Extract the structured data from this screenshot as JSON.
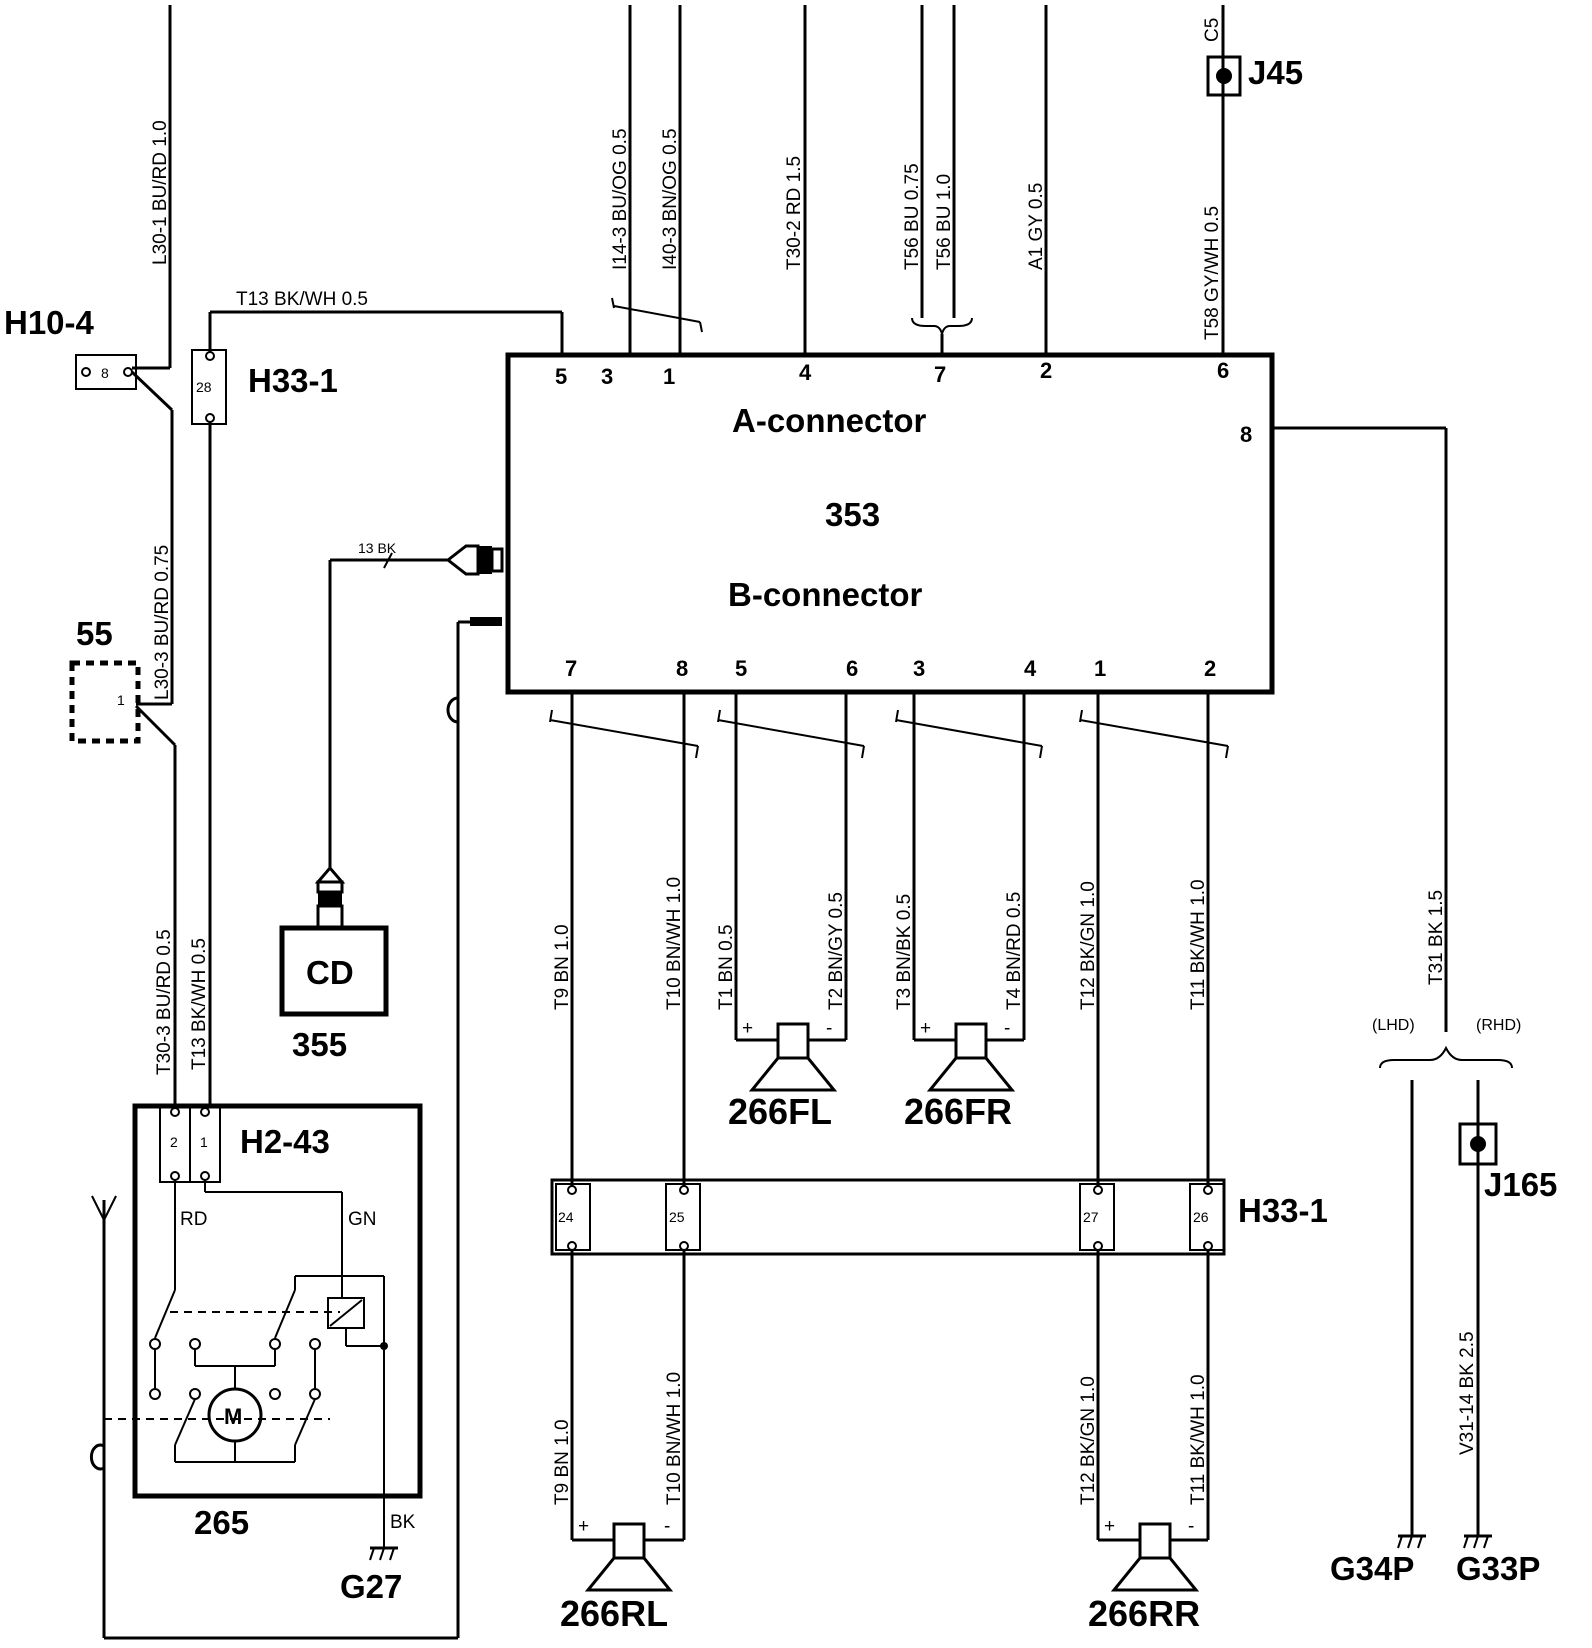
{
  "components": {
    "h10_4": "H10-4",
    "h33_1_top": "H33-1",
    "c55": "55",
    "j45": "J45",
    "c353_a": "A-connector",
    "c353_num": "353",
    "c353_b": "B-connector",
    "cd_label": "CD",
    "c355": "355",
    "h2_43": "H2-43",
    "c265": "265",
    "g27": "G27",
    "m_label": "M",
    "s266fl": "266FL",
    "s266fr": "266FR",
    "h33_1_bottom": "H33-1",
    "s266rl": "266RL",
    "s266rr": "266RR",
    "j165": "J165",
    "g34p": "G34P",
    "g33p": "G33P",
    "lhd": "(LHD)",
    "rhd": "(RHD)"
  },
  "wires": {
    "l30_1": "L30-1   BU/RD 1.0",
    "l30_3": "L30-3   BU/RD 0.75",
    "t13_top": "T13   BK/WH 0.5",
    "i14_3": "I14-3   BU/OG 0.5",
    "i40_3": "I40-3   BN/OG 0.5",
    "t30_2": "T30-2   RD 1.5",
    "t56_a": "T56  BU 0.75",
    "t56_b": "T56  BU 1.0",
    "a1": "A1   GY 0.5",
    "t58": "T58   GY/WH 0.5",
    "c5_stub": "C5",
    "t30_3": "T30-3   BU/RD 0.5",
    "t13_mid": "T13   BK/WH 0.5",
    "bk13": "13  BK",
    "t9_top": "T9   BN 1.0",
    "t10_top": "T10   BN/WH 1.0",
    "t1": "T1   BN 0.5",
    "t2": "T2   BN/GY 0.5",
    "t3": "T3   BN/BK 0.5",
    "t4": "T4   BN/RD 0.5",
    "t12_top": "T12   BK/GN 1.0",
    "t11_top": "T11   BK/WH 1.0",
    "t31": "T31   BK 1.5",
    "t9_bot": "T9   BN 1.0",
    "t10_bot": "T10   BN/WH 1.0",
    "t12_bot": "T12   BK/GN 1.0",
    "t11_bot": "T11   BK/WH 1.0",
    "v31_14": "V31-14   BK 2.5",
    "rd": "RD",
    "gn": "GN",
    "bk": "BK"
  },
  "pins": {
    "a_pins": [
      "5",
      "3",
      "1",
      "4",
      "7",
      "2",
      "6",
      "8"
    ],
    "b_pins": [
      "7",
      "8",
      "5",
      "6",
      "3",
      "4",
      "1",
      "2"
    ],
    "h10_pin": "8",
    "h33_top_pin": "28",
    "c55_pin": "1",
    "h2_pins": [
      "2",
      "1"
    ],
    "h33_bot_pins": [
      "24",
      "25",
      "27",
      "26"
    ],
    "plus": "+",
    "minus": "-"
  }
}
